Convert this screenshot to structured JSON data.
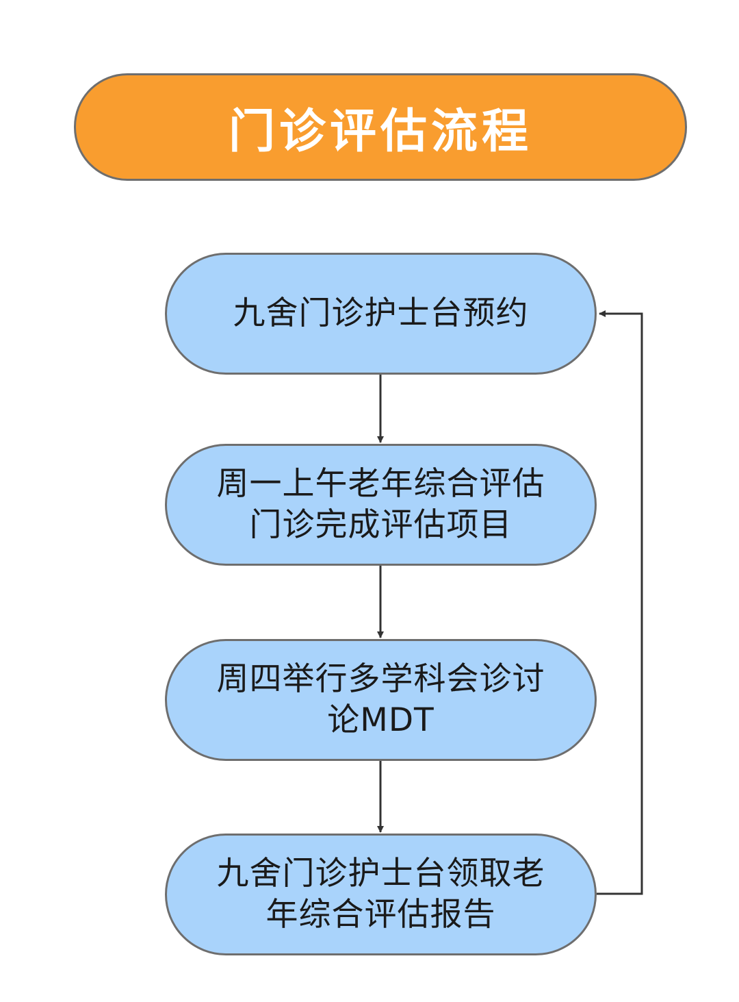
{
  "title": "门诊评估流程",
  "steps": [
    {
      "text": "九舍门诊护士台预约"
    },
    {
      "text": "周一上午老年综合评估门诊完成评估项目"
    },
    {
      "text": "周四举行多学科会诊讨论MDT"
    },
    {
      "text": "九舍门诊护士台领取老年综合评估报告"
    }
  ],
  "colors": {
    "title_fill": "#f99d2f",
    "title_text": "#ffffff",
    "step_fill": "#a9d3fb",
    "border": "#6e6e6e",
    "arrow": "#333333"
  }
}
